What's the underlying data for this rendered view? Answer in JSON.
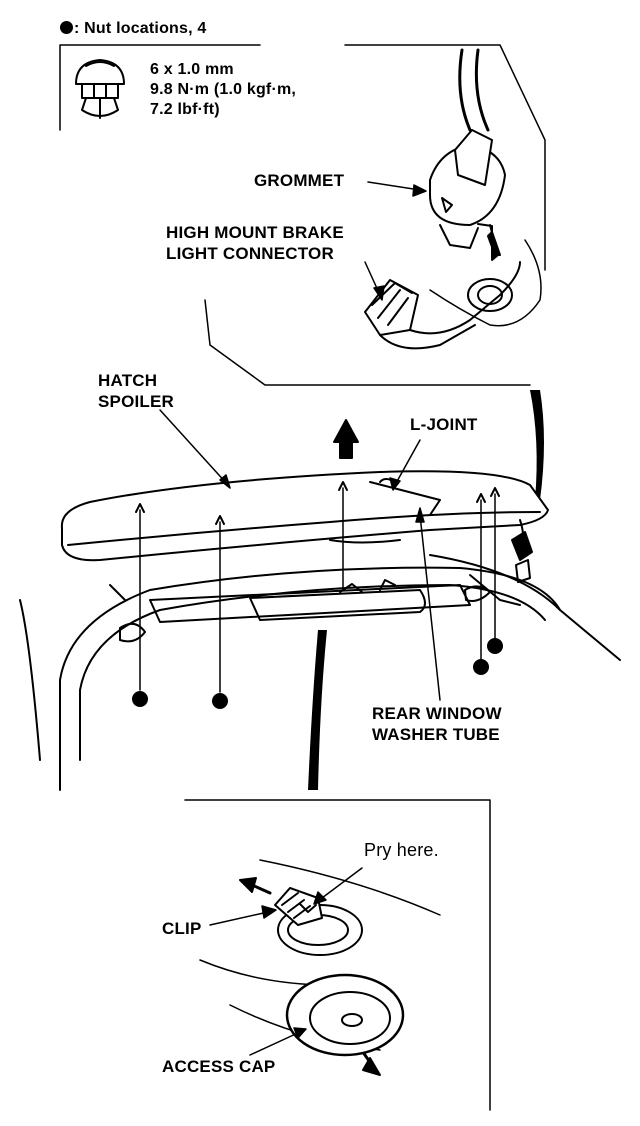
{
  "legend": {
    "marker": "●",
    "title": ": Nut locations, 4",
    "spec_line1": "6 x 1.0 mm",
    "spec_line2": "9.8 N·m (1.0 kgf·m,",
    "spec_line3": "7.2 lbf·ft)"
  },
  "labels": {
    "grommet": "GROMMET",
    "brake_connector_line1": "HIGH MOUNT BRAKE",
    "brake_connector_line2": "LIGHT CONNECTOR",
    "hatch_spoiler_line1": "HATCH",
    "hatch_spoiler_line2": "SPOILER",
    "l_joint": "L-JOINT",
    "washer_tube_line1": "REAR WINDOW",
    "washer_tube_line2": "WASHER TUBE",
    "pry_here": "Pry here.",
    "clip": "CLIP",
    "access_cap": "ACCESS CAP"
  }
}
